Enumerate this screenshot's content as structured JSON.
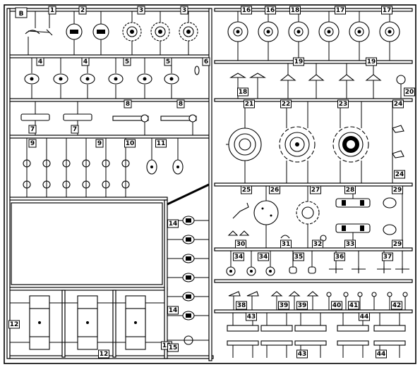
{
  "sprue": {
    "letter": "B",
    "labels": [
      {
        "id": "l1",
        "text": "1"
      },
      {
        "id": "l2",
        "text": "2"
      },
      {
        "id": "l3a",
        "text": "3"
      },
      {
        "id": "l3b",
        "text": "3"
      },
      {
        "id": "l16a",
        "text": "16"
      },
      {
        "id": "l16b",
        "text": "16"
      },
      {
        "id": "l18",
        "text": "18"
      },
      {
        "id": "l17a",
        "text": "17"
      },
      {
        "id": "l17b",
        "text": "17"
      },
      {
        "id": "l4a",
        "text": "4"
      },
      {
        "id": "l4b",
        "text": "4"
      },
      {
        "id": "l5a",
        "text": "5"
      },
      {
        "id": "l5b",
        "text": "5"
      },
      {
        "id": "l6",
        "text": "6"
      },
      {
        "id": "l19a",
        "text": "19"
      },
      {
        "id": "l19b",
        "text": "19"
      },
      {
        "id": "l18b",
        "text": "18"
      },
      {
        "id": "l20",
        "text": "20"
      },
      {
        "id": "l8a",
        "text": "8"
      },
      {
        "id": "l8b",
        "text": "8"
      },
      {
        "id": "l7a",
        "text": "7"
      },
      {
        "id": "l7b",
        "text": "7"
      },
      {
        "id": "l21",
        "text": "21"
      },
      {
        "id": "l22",
        "text": "22"
      },
      {
        "id": "l23",
        "text": "23"
      },
      {
        "id": "l24a",
        "text": "24"
      },
      {
        "id": "l24b",
        "text": "24"
      },
      {
        "id": "l9a",
        "text": "9"
      },
      {
        "id": "l9b",
        "text": "9"
      },
      {
        "id": "l10",
        "text": "10"
      },
      {
        "id": "l11",
        "text": "11"
      },
      {
        "id": "l25",
        "text": "25"
      },
      {
        "id": "l26",
        "text": "26"
      },
      {
        "id": "l27",
        "text": "27"
      },
      {
        "id": "l28",
        "text": "28"
      },
      {
        "id": "l29a",
        "text": "29"
      },
      {
        "id": "l30",
        "text": "30"
      },
      {
        "id": "l31",
        "text": "31"
      },
      {
        "id": "l32",
        "text": "32"
      },
      {
        "id": "l33",
        "text": "33"
      },
      {
        "id": "l29b",
        "text": "29"
      },
      {
        "id": "l14a",
        "text": "14"
      },
      {
        "id": "l14b",
        "text": "14"
      },
      {
        "id": "l13",
        "text": "13"
      },
      {
        "id": "l15",
        "text": "15"
      },
      {
        "id": "l34a",
        "text": "34"
      },
      {
        "id": "l34b",
        "text": "34"
      },
      {
        "id": "l35",
        "text": "35"
      },
      {
        "id": "l36",
        "text": "36"
      },
      {
        "id": "l37",
        "text": "37"
      },
      {
        "id": "l38",
        "text": "38"
      },
      {
        "id": "l39a",
        "text": "39"
      },
      {
        "id": "l39b",
        "text": "39"
      },
      {
        "id": "l40",
        "text": "40"
      },
      {
        "id": "l41",
        "text": "41"
      },
      {
        "id": "l42",
        "text": "42"
      },
      {
        "id": "l43a",
        "text": "43"
      },
      {
        "id": "l43b",
        "text": "43"
      },
      {
        "id": "l44a",
        "text": "44"
      },
      {
        "id": "l44b",
        "text": "44"
      },
      {
        "id": "l12a",
        "text": "12"
      },
      {
        "id": "l12b",
        "text": "12"
      }
    ]
  }
}
